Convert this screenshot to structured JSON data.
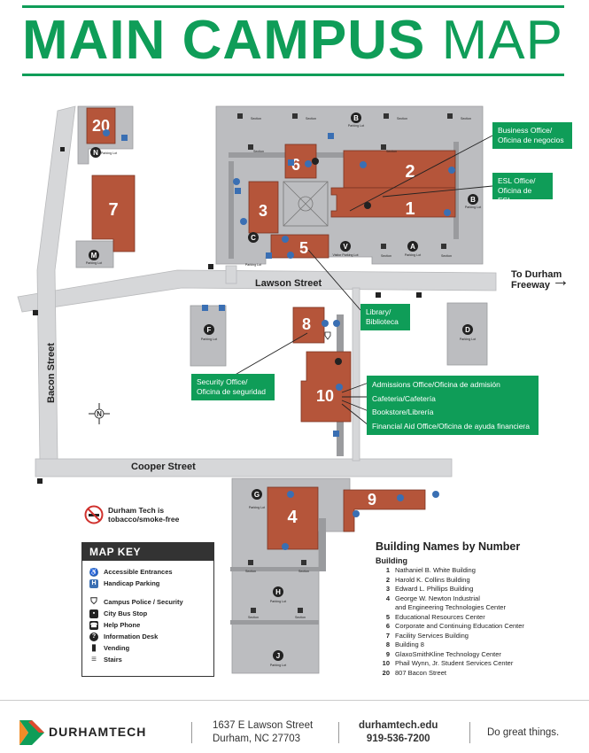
{
  "title": {
    "bold": "MAIN CAMPUS",
    "light": "MAP"
  },
  "streets": {
    "lawson": "Lawson Street",
    "cooper": "Cooper Street",
    "bacon": "Bacon Street",
    "to_durham": "To Durham Freeway"
  },
  "buildings": [
    "20",
    "7",
    "6",
    "2",
    "3",
    "1",
    "5",
    "8",
    "10",
    "4",
    "9"
  ],
  "lots": [
    "N",
    "M",
    "B",
    "C",
    "V",
    "A",
    "B",
    "F",
    "D",
    "G",
    "H",
    "J"
  ],
  "lot_label": "Parking Lot",
  "visitor_lot_label": "Visitor Parking Lot",
  "section_label": "Section",
  "callouts": {
    "business": [
      "Business Office/",
      "Oficina de negocios"
    ],
    "esl": [
      "ESL Office/",
      "Oficina de ESL"
    ],
    "library": [
      "Library/",
      "Biblioteca"
    ],
    "security": [
      "Security Office/",
      "Oficina de seguridad"
    ],
    "svc1": "Admissions Office/Oficina de admisión",
    "svc2": "Cafeteria/Cafetería",
    "svc3": "Bookstore/Librería",
    "svc4": "Financial Aid Office/Oficina de ayuda financiera"
  },
  "smoke_free": [
    "Durham Tech is",
    "tobacco/smoke-free"
  ],
  "map_key": {
    "title": "MAP KEY",
    "items": [
      {
        "icon": "accessible-icon",
        "label": "Accessible Entrances"
      },
      {
        "icon": "handicap-parking-icon",
        "label": "Handicap Parking"
      },
      {
        "icon": "police-shield-icon",
        "label": "Campus Police / Security"
      },
      {
        "icon": "bus-icon",
        "label": "City Bus Stop"
      },
      {
        "icon": "phone-icon",
        "label": "Help Phone"
      },
      {
        "icon": "info-icon",
        "label": "Information Desk"
      },
      {
        "icon": "vending-icon",
        "label": "Vending"
      },
      {
        "icon": "stairs-icon",
        "label": "Stairs"
      }
    ]
  },
  "building_names": {
    "title": "Building Names by Number",
    "subtitle": "Building",
    "rows": [
      {
        "num": "1",
        "name": "Nathaniel B. White Building"
      },
      {
        "num": "2",
        "name": "Harold K. Collins Building"
      },
      {
        "num": "3",
        "name": "Edward L. Phillips Building"
      },
      {
        "num": "4",
        "name": "George W. Newton Industrial"
      },
      {
        "num": "",
        "name": "and Engineering Technologies Center"
      },
      {
        "num": "5",
        "name": "Educational Resources Center"
      },
      {
        "num": "6",
        "name": "Corporate and Continuing Education Center"
      },
      {
        "num": "7",
        "name": "Facility Services Building"
      },
      {
        "num": "8",
        "name": "Building 8"
      },
      {
        "num": "9",
        "name": "GlaxoSmithKline Technology Center"
      },
      {
        "num": "10",
        "name": "Phail Wynn, Jr. Student Services Center"
      },
      {
        "num": "20",
        "name": "807 Bacon Street"
      }
    ]
  },
  "footer": {
    "logo": "DURHAMTECH",
    "address1": "1637 E Lawson Street",
    "address2": "Durham, NC 27703",
    "web": "durhamtech.edu",
    "phone": "919-536-7200",
    "tagline": "Do great things."
  },
  "colors": {
    "green": "#0f9d58",
    "building": "#b5553a",
    "lot": "#bcbdc0",
    "road": "#d6d7d9"
  }
}
